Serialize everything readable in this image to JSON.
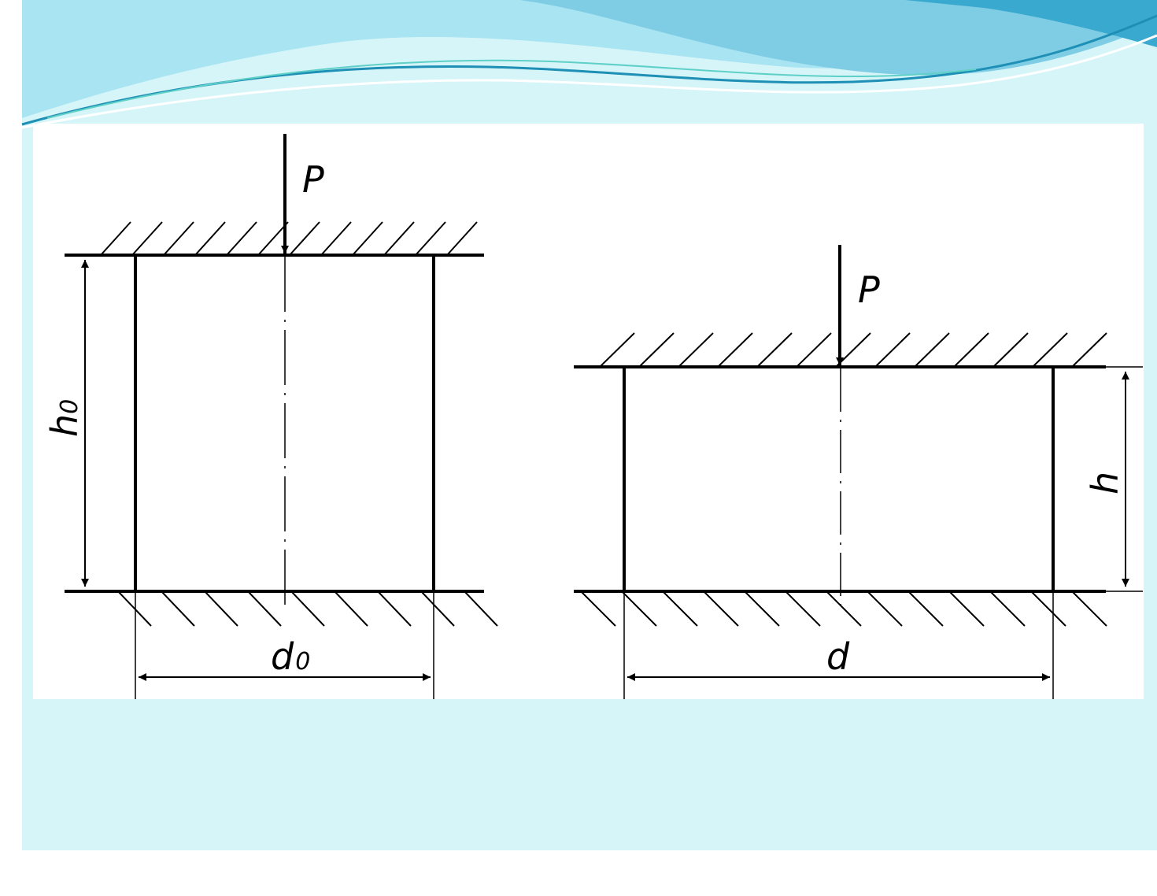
{
  "colors": {
    "slide_background": "#d6f5f8",
    "wave_light": "#a9e4f2",
    "wave_mid": "#7fcde4",
    "wave_dark": "#3aa9cf",
    "wave_line": "#1e8fb5",
    "figure_background": "#ffffff",
    "ink": "#000000"
  },
  "diagram": {
    "left_specimen": {
      "force_label": "P",
      "height_label": "h",
      "height_subscript": "0",
      "diameter_label": "d",
      "diameter_subscript": "0"
    },
    "right_specimen": {
      "force_label": "P",
      "height_label": "h",
      "diameter_label": "d"
    }
  }
}
